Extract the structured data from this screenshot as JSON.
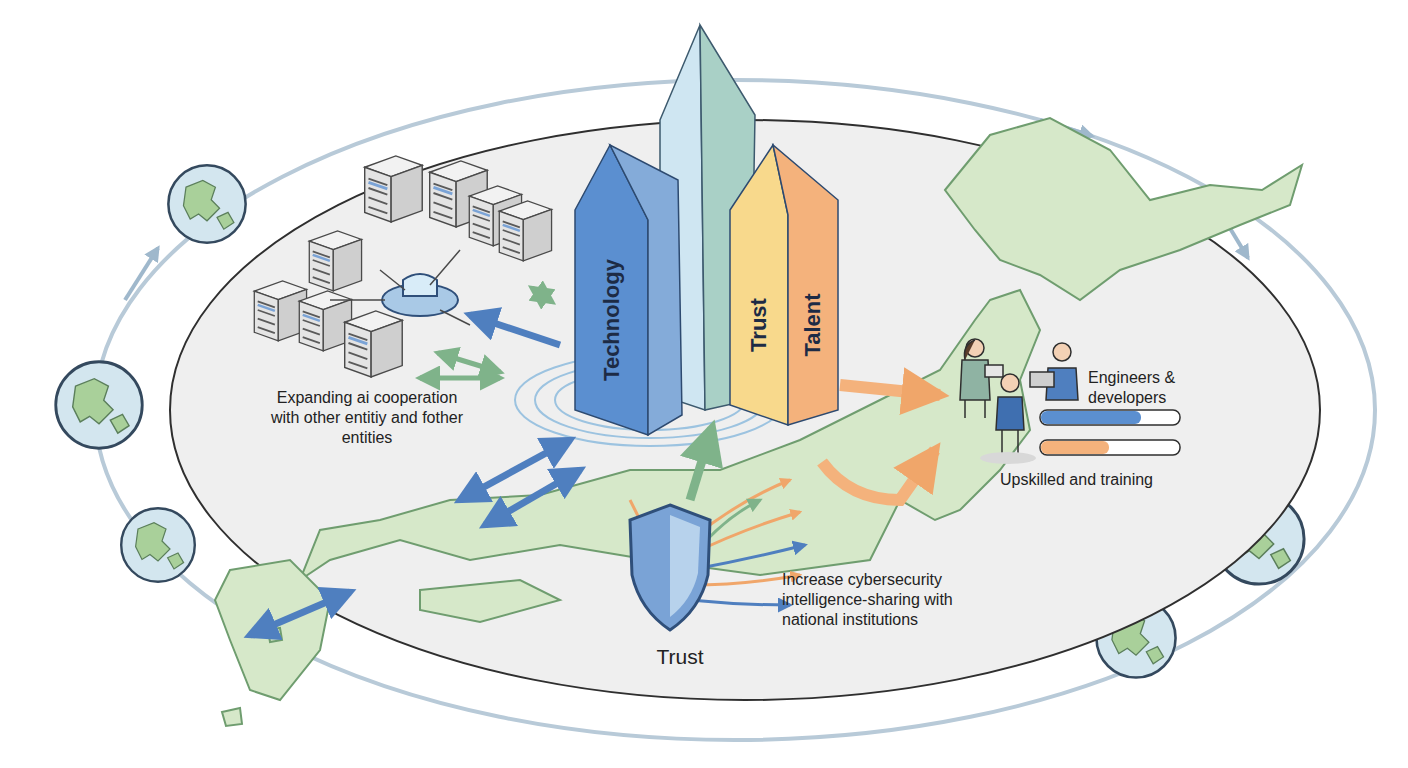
{
  "diagram": {
    "nodes": [
      {
        "text": [
          "Technology"
        ]
      },
      {
        "text": [
          "Trust",
          "Talent"
        ]
      }
    ],
    "labels": [
      "Expanding ai cooperation with other entitiy and fother entities",
      "Engineers & developers",
      "Upskilled and training",
      "Increase cybersecurity intelligence-sharing with national institutions",
      "Trust"
    ]
  }
}
